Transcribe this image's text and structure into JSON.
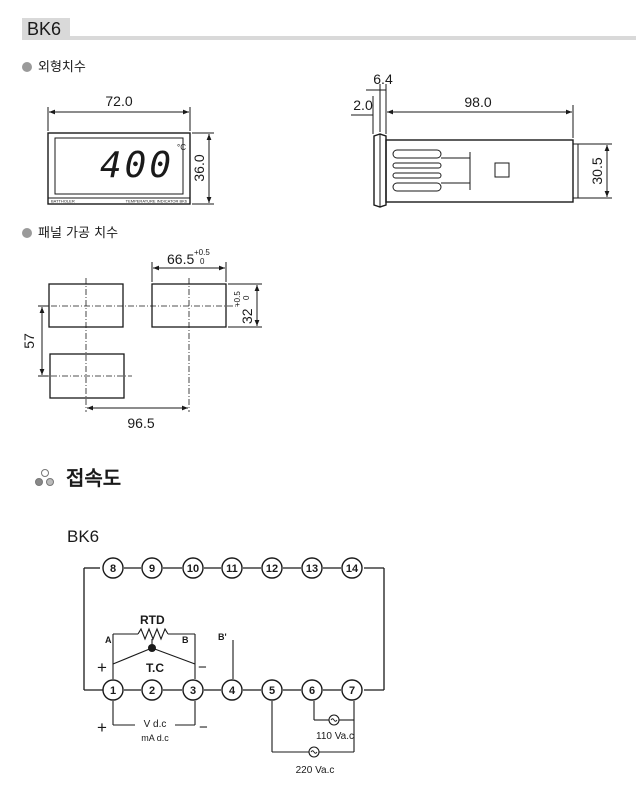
{
  "header": {
    "title": "BK6"
  },
  "sections": {
    "outline": "외형치수",
    "panel_cut": "패널 가공 치수",
    "connection": "접속도"
  },
  "front_view": {
    "width": "72.0",
    "height": "36.0",
    "display": "400",
    "unit": "°C",
    "brand": "BATTHOLER",
    "caption": "TEMPERATURE INDICATOR BK6"
  },
  "side_view": {
    "front": "2.0",
    "bezel": "6.4",
    "body": "98.0",
    "height": "30.5"
  },
  "panel": {
    "width": "66.5",
    "width_tol_top": "+0.5",
    "width_tol_bottom": "0",
    "height": "32",
    "height_tol_top": "+0.5",
    "height_tol_bottom": "0",
    "pitch_v": "57",
    "pitch_h": "96.5"
  },
  "wiring": {
    "model": "BK6",
    "top_terminals": [
      "8",
      "9",
      "10",
      "11",
      "12",
      "13",
      "14"
    ],
    "bottom_terminals": [
      "1",
      "2",
      "3",
      "4",
      "5",
      "6",
      "7"
    ],
    "rtd": "RTD",
    "tc": "T.C",
    "a": "A",
    "b": "B",
    "b2": "B'",
    "plus": "+",
    "minus": "−",
    "vdc": "V d.c",
    "madc": "mA d.c",
    "v110": "110 Va.c",
    "v220": "220 Va.c"
  }
}
